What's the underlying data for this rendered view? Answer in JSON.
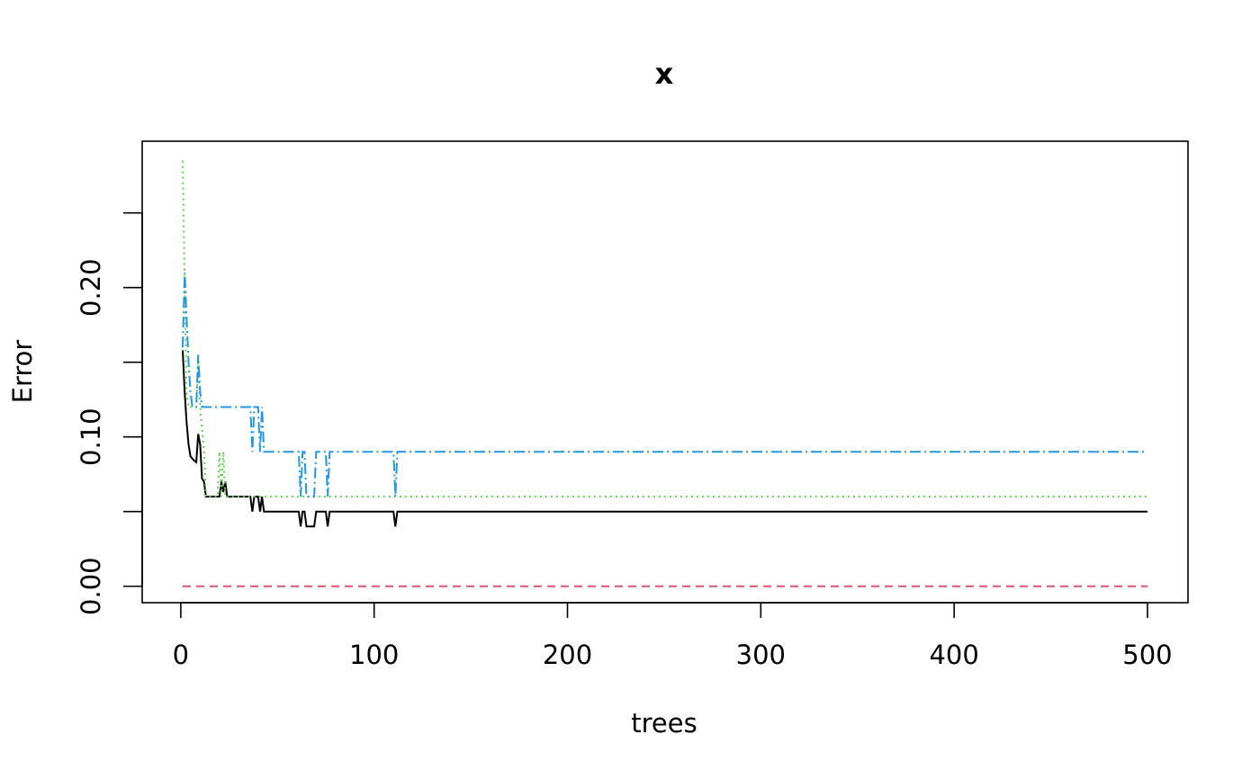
{
  "chart_data": {
    "type": "line",
    "title": "x",
    "xlabel": "trees",
    "ylabel": "Error",
    "xlim": [
      -19.96,
      520.96
    ],
    "ylim": [
      -0.011,
      0.298
    ],
    "x_ticks": [
      0,
      100,
      200,
      300,
      400,
      500
    ],
    "x_tick_labels": [
      "0",
      "100",
      "200",
      "300",
      "400",
      "500"
    ],
    "y_ticks": [
      0.0,
      0.05,
      0.1,
      0.15,
      0.2,
      0.25
    ],
    "y_tick_labels": [
      "0.00",
      "",
      "0.10",
      "",
      "0.20",
      ""
    ],
    "grid": false,
    "series": [
      {
        "color": "#000000",
        "dash": "",
        "points": [
          [
            1,
            0.158
          ],
          [
            2,
            0.13
          ],
          [
            3,
            0.11
          ],
          [
            4,
            0.095
          ],
          [
            5,
            0.087
          ],
          [
            7,
            0.084
          ],
          [
            8,
            0.083
          ],
          [
            9,
            0.102
          ],
          [
            10,
            0.095
          ],
          [
            11,
            0.072
          ],
          [
            12,
            0.07
          ],
          [
            13,
            0.06
          ],
          [
            20,
            0.06
          ],
          [
            21,
            0.07
          ],
          [
            22,
            0.063
          ],
          [
            23,
            0.07
          ],
          [
            24,
            0.06
          ],
          [
            36,
            0.06
          ],
          [
            37,
            0.05
          ],
          [
            38,
            0.06
          ],
          [
            40,
            0.06
          ],
          [
            41,
            0.05
          ],
          [
            42,
            0.06
          ],
          [
            43,
            0.05
          ],
          [
            61,
            0.05
          ],
          [
            62,
            0.04
          ],
          [
            63,
            0.05
          ],
          [
            64,
            0.05
          ],
          [
            65,
            0.04
          ],
          [
            69,
            0.04
          ],
          [
            70,
            0.05
          ],
          [
            75,
            0.05
          ],
          [
            76,
            0.04
          ],
          [
            77,
            0.05
          ],
          [
            110,
            0.05
          ],
          [
            111,
            0.04
          ],
          [
            112,
            0.05
          ],
          [
            500,
            0.05
          ]
        ]
      },
      {
        "color": "#df536b",
        "dash": "9,6",
        "points": [
          [
            1,
            0.0
          ],
          [
            500,
            0.0
          ]
        ]
      },
      {
        "color": "#61d04f",
        "dash": "2,4",
        "points": [
          [
            1,
            0.285
          ],
          [
            2,
            0.2
          ],
          [
            3,
            0.13
          ],
          [
            4,
            0.12
          ],
          [
            8,
            0.12
          ],
          [
            9,
            0.15
          ],
          [
            10,
            0.12
          ],
          [
            12,
            0.09
          ],
          [
            13,
            0.06
          ],
          [
            19,
            0.06
          ],
          [
            20,
            0.09
          ],
          [
            21,
            0.06
          ],
          [
            22,
            0.09
          ],
          [
            23,
            0.06
          ],
          [
            500,
            0.06
          ]
        ]
      },
      {
        "color": "#2297e6",
        "dash": "12,4,2,4",
        "points": [
          [
            1,
            0.16
          ],
          [
            2,
            0.21
          ],
          [
            3,
            0.18
          ],
          [
            4,
            0.15
          ],
          [
            5,
            0.13
          ],
          [
            6,
            0.12
          ],
          [
            8,
            0.12
          ],
          [
            9,
            0.155
          ],
          [
            10,
            0.13
          ],
          [
            11,
            0.12
          ],
          [
            36,
            0.12
          ],
          [
            37,
            0.09
          ],
          [
            38,
            0.12
          ],
          [
            40,
            0.12
          ],
          [
            41,
            0.09
          ],
          [
            42,
            0.12
          ],
          [
            43,
            0.09
          ],
          [
            61,
            0.09
          ],
          [
            62,
            0.06
          ],
          [
            63,
            0.09
          ],
          [
            64,
            0.09
          ],
          [
            65,
            0.06
          ],
          [
            69,
            0.06
          ],
          [
            70,
            0.09
          ],
          [
            75,
            0.09
          ],
          [
            76,
            0.06
          ],
          [
            77,
            0.09
          ],
          [
            110,
            0.09
          ],
          [
            111,
            0.06
          ],
          [
            112,
            0.09
          ],
          [
            500,
            0.09
          ]
        ]
      }
    ]
  }
}
